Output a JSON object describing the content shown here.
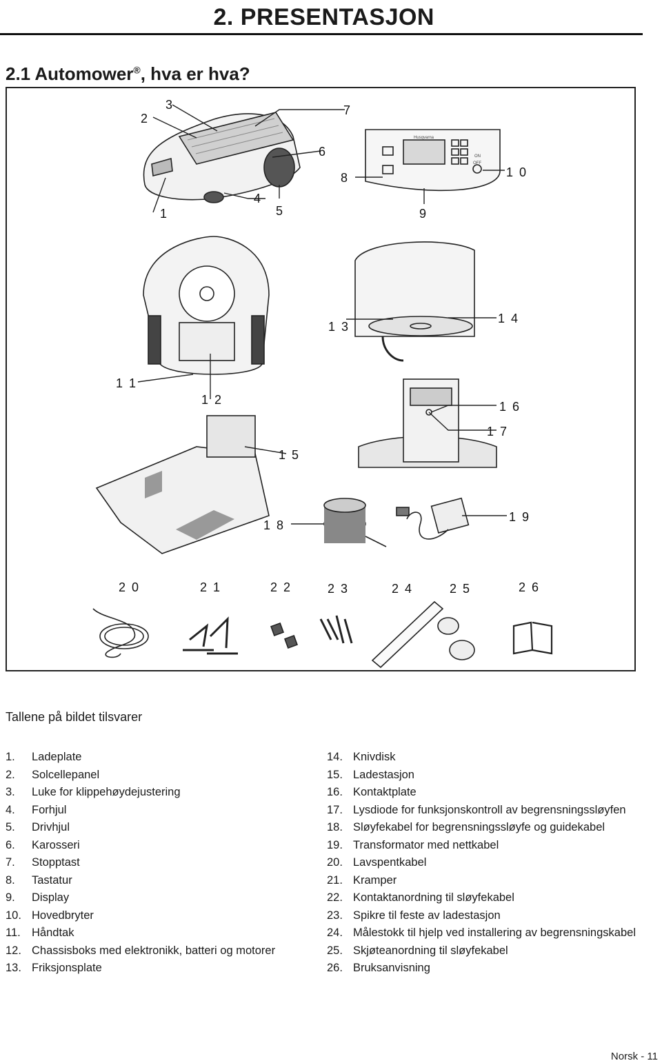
{
  "header": {
    "chapter_title": "2. PRESENTASJON"
  },
  "section": {
    "title": "2.1 Automower",
    "registered": "®",
    "title_suffix": ", hva er hva?"
  },
  "figure": {
    "callouts": [
      "1",
      "2",
      "3",
      "4",
      "5",
      "6",
      "7",
      "8",
      "9",
      "1 0",
      "1 1",
      "1 2",
      "1 3",
      "1 4",
      "1 5",
      "1 6",
      "1 7",
      "1 8",
      "1 9",
      "2 0",
      "2 1",
      "2 2",
      "2 3",
      "2 4",
      "2 5",
      "2 6"
    ],
    "keypad_brand": "Husqvarna",
    "switch_on": "ON",
    "switch_off": "OFF"
  },
  "intro": "Tallene på bildet tilsvarer",
  "legend_left": [
    {
      "num": "1.",
      "text": "Ladeplate"
    },
    {
      "num": "2.",
      "text": "Solcellepanel"
    },
    {
      "num": "3.",
      "text": "Luke for klippehøydejustering"
    },
    {
      "num": "4.",
      "text": "Forhjul"
    },
    {
      "num": "5.",
      "text": "Drivhjul"
    },
    {
      "num": "6.",
      "text": "Karosseri"
    },
    {
      "num": "7.",
      "text": "Stopptast"
    },
    {
      "num": "8.",
      "text": "Tastatur"
    },
    {
      "num": "9.",
      "text": "Display"
    },
    {
      "num": "10.",
      "text": "Hovedbryter"
    },
    {
      "num": "11.",
      "text": "Håndtak"
    },
    {
      "num": "12.",
      "text": "Chassisboks med elektronikk, batteri og motorer"
    },
    {
      "num": "13.",
      "text": "Friksjonsplate"
    }
  ],
  "legend_right": [
    {
      "num": "14.",
      "text": "Knivdisk"
    },
    {
      "num": "15.",
      "text": "Ladestasjon"
    },
    {
      "num": "16.",
      "text": "Kontaktplate"
    },
    {
      "num": "17.",
      "text": "Lysdiode for funksjonskontroll av begrensningssløyfen"
    },
    {
      "num": "18.",
      "text": "Sløyfekabel for begrensningssløyfe og guidekabel"
    },
    {
      "num": "19.",
      "text": "Transformator med nettkabel"
    },
    {
      "num": "20.",
      "text": "Lavspentkabel"
    },
    {
      "num": "21.",
      "text": "Kramper"
    },
    {
      "num": "22.",
      "text": "Kontaktanordning til sløyfekabel"
    },
    {
      "num": "23.",
      "text": "Spikre til feste av ladestasjon"
    },
    {
      "num": "24.",
      "text": "Målestokk til hjelp ved installering av begrensningskabel"
    },
    {
      "num": "25.",
      "text": "Skjøteanordning til sløyfekabel"
    },
    {
      "num": "26.",
      "text": "Bruksanvisning"
    }
  ],
  "footer": "Norsk - 11"
}
